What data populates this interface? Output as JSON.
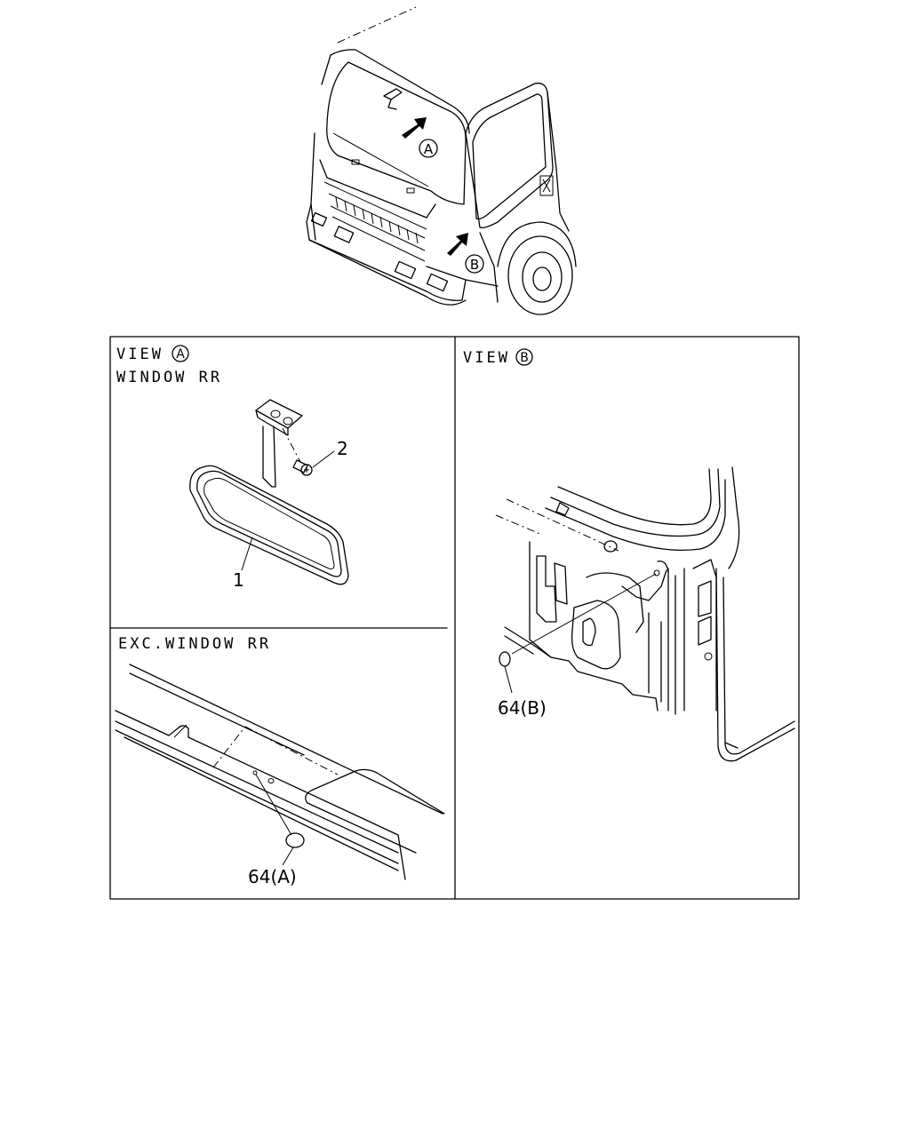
{
  "overview": {
    "callout_a": "A",
    "callout_b": "B"
  },
  "view_a": {
    "view_word": "VIEW",
    "callout": "A",
    "title_top": "WINDOW RR",
    "title_bottom": "EXC.WINDOW RR",
    "part_mirror": "1",
    "part_screw": "2",
    "part_plug": "64(A)"
  },
  "view_b": {
    "view_word": "VIEW",
    "callout": "B",
    "part_plug": "64(B)"
  }
}
